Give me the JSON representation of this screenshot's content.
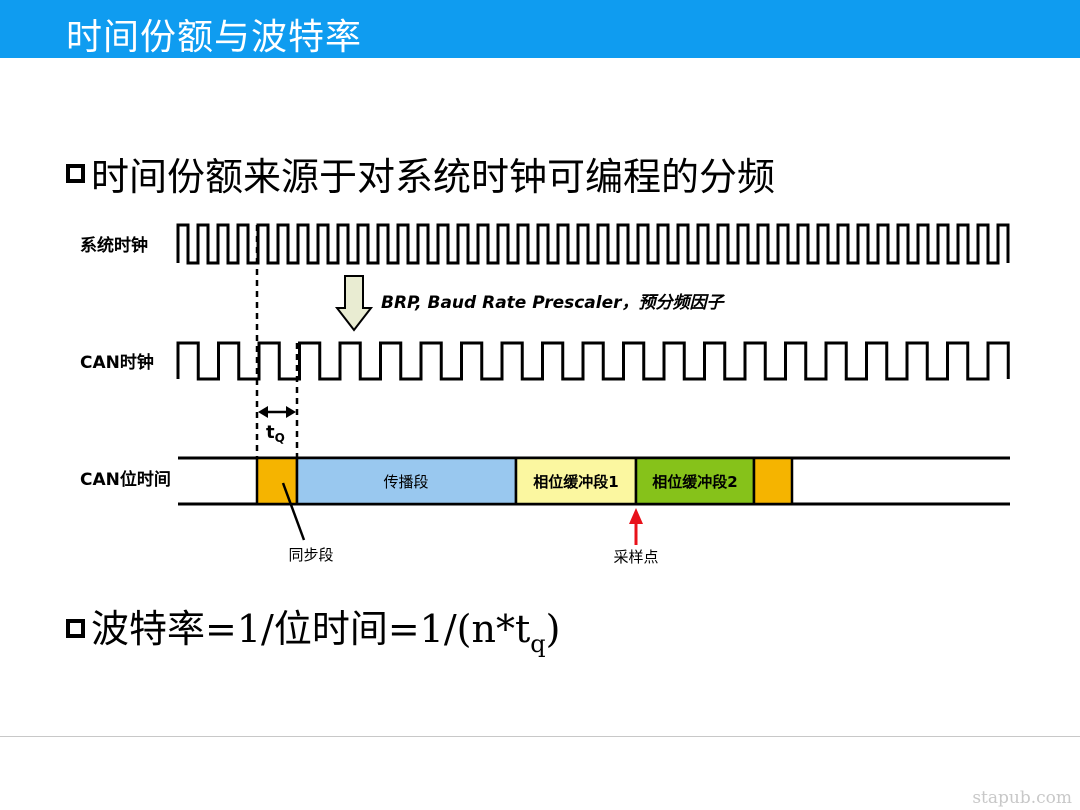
{
  "title": "时间份额与波特率",
  "bullet1": "时间份额来源于对系统时钟可编程的分频",
  "bullet2": {
    "prefix": "波特率=1/位时间=1/(n*t",
    "sub": "q",
    "suffix": ")"
  },
  "diagram": {
    "labels": {
      "system_clock": "系统时钟",
      "can_clock": "CAN时钟",
      "bit_time": "CAN位时间",
      "brp": "BRP, Baud Rate Prescaler，预分频因子",
      "tq_main": "t",
      "tq_sub": "Q",
      "sync_segment": "同步段",
      "sample_point": "采样点"
    },
    "segments": [
      {
        "name": "sync",
        "label": "",
        "color": "#f5b400"
      },
      {
        "name": "propagation",
        "label": "传播段",
        "color": "#99c8ef"
      },
      {
        "name": "phase1",
        "label": "相位缓冲段1",
        "color": "#fbf7a0"
      },
      {
        "name": "phase2",
        "label": "相位缓冲段2",
        "color": "#86c21a"
      },
      {
        "name": "sync-next",
        "label": "",
        "color": "#f5b400"
      }
    ],
    "colors": {
      "arrow_red": "#e8111a",
      "arrow_fill": "#e9ecd2"
    }
  },
  "watermark": "stapub.com"
}
